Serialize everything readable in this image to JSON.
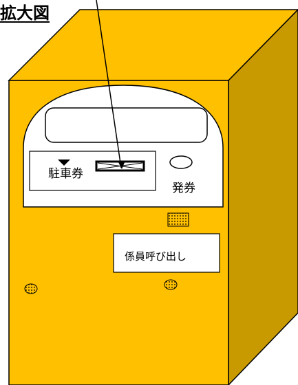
{
  "diagram": {
    "title": "拡大図",
    "labels": {
      "ticket_slot": "駐車券",
      "issue_button": "発券",
      "staff_call_button": "係員呼び出し"
    },
    "colors": {
      "body_front": "#FFC000",
      "body_top": "#FFC000",
      "body_side": "#C89A00",
      "outline": "#000000",
      "panel": "#FFFFFF",
      "dots": "#000000"
    }
  }
}
